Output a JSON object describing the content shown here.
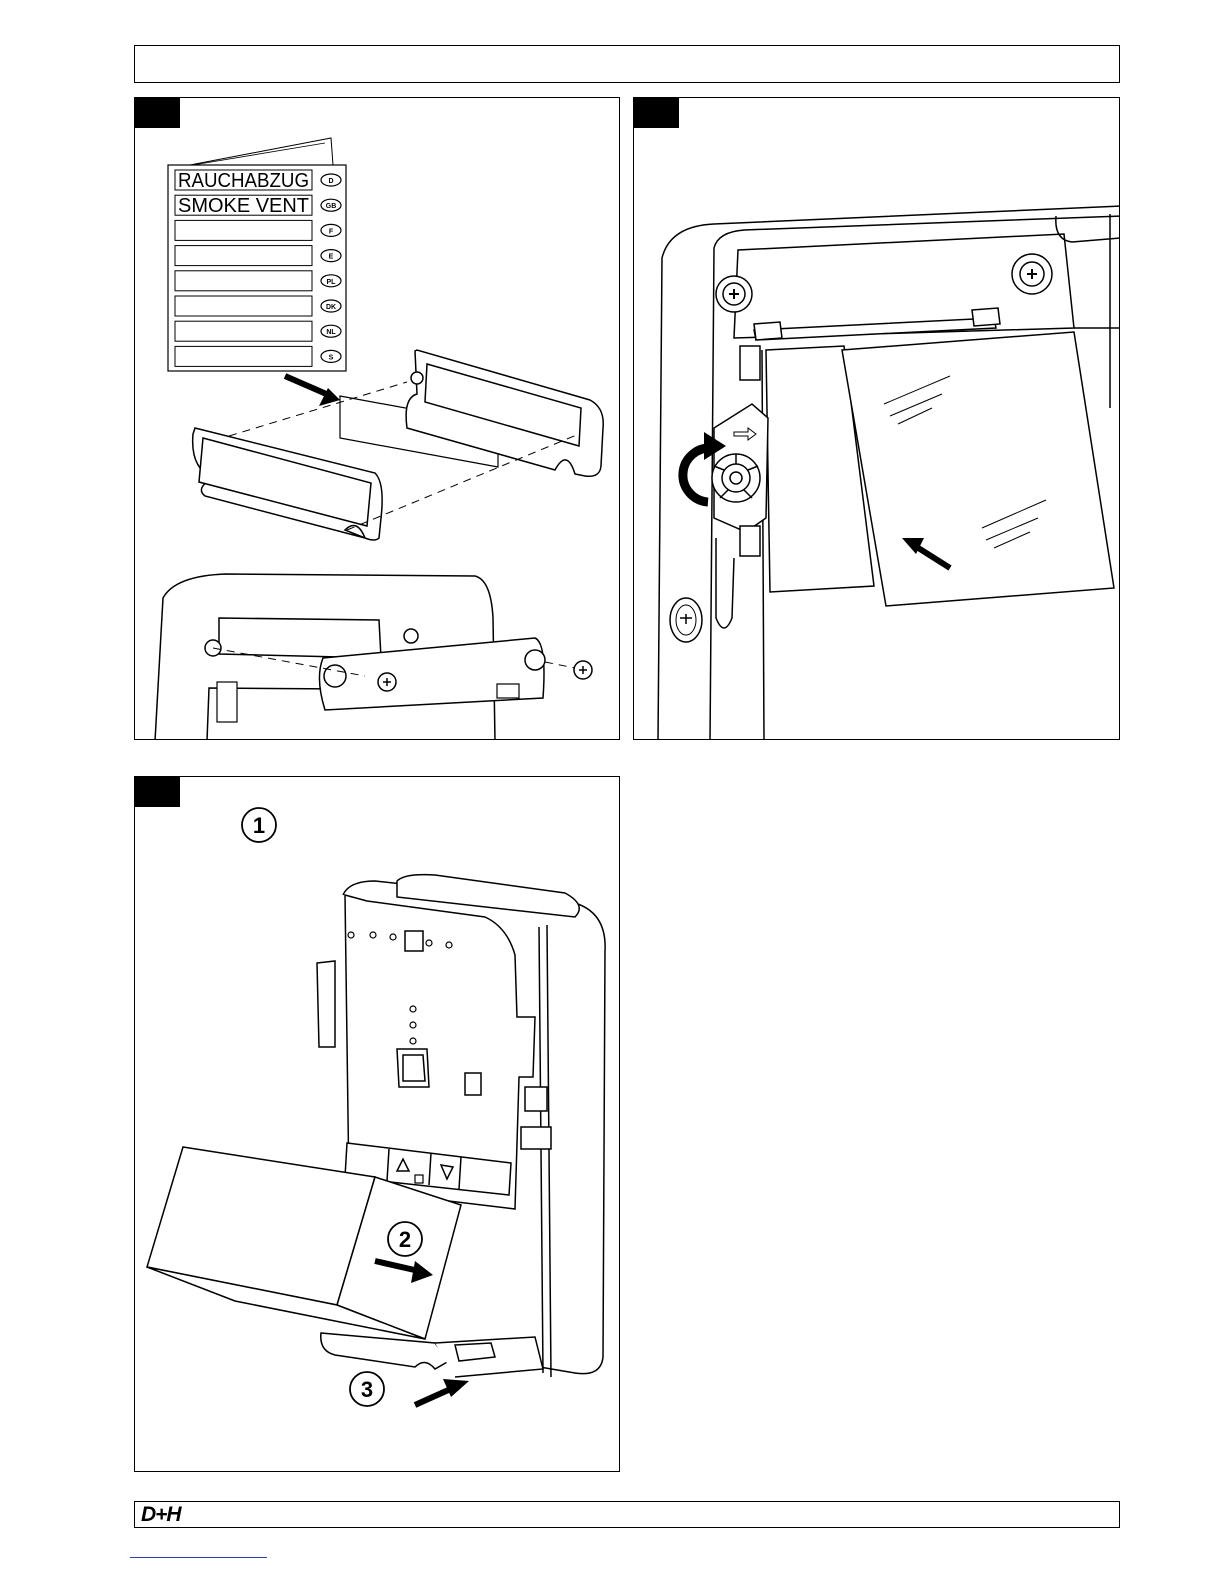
{
  "header": {
    "title": ""
  },
  "panel_a": {
    "languages": [
      {
        "label": "RAUCHABZUG",
        "code": "D"
      },
      {
        "label": "SMOKE VENT",
        "code": "GB"
      },
      {
        "label": "",
        "code": "F"
      },
      {
        "label": "",
        "code": "E"
      },
      {
        "label": "",
        "code": "PL"
      },
      {
        "label": "",
        "code": "DK"
      },
      {
        "label": "",
        "code": "NL"
      },
      {
        "label": "",
        "code": "S"
      }
    ]
  },
  "panel_c": {
    "steps": [
      "1",
      "2",
      "3"
    ]
  },
  "footer": {
    "logo": "D+H"
  },
  "colors": {
    "ink": "#000000",
    "paper": "#ffffff",
    "rule": "#2a3fb0"
  }
}
